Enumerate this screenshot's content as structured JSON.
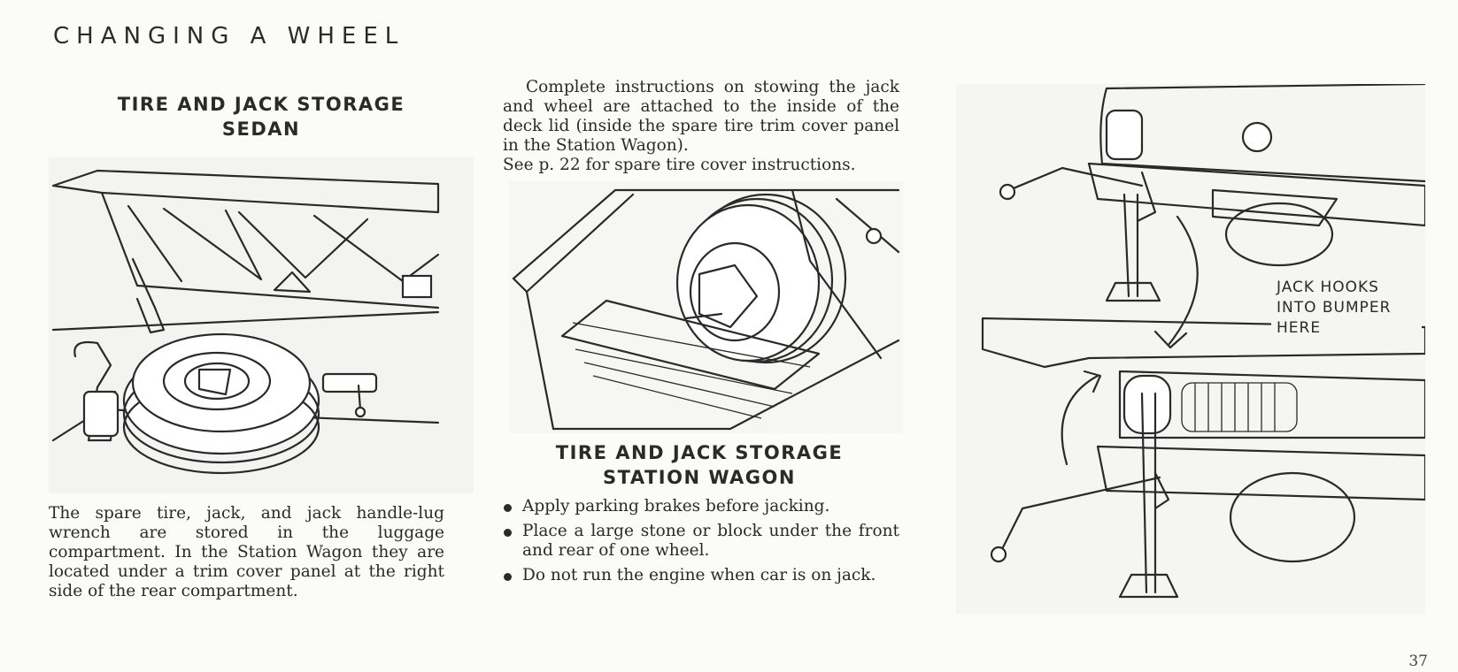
{
  "page": {
    "title": "CHANGING A WHEEL",
    "page_number": "37"
  },
  "sedan": {
    "heading_line1": "TIRE AND JACK STORAGE",
    "heading_line2": "SEDAN",
    "paragraph": "The spare tire, jack, and jack handle-lug wrench are stored in the luggage compartment. In the Station Wagon they are located under a trim cover panel at the right side of the rear compartment."
  },
  "wagon": {
    "intro_line1": "Complete instructions on stowing the jack and wheel are attached to the inside of the deck lid (inside the spare tire trim cover panel in the Station Wagon).",
    "intro_line2": "See p. 22 for spare tire cover instructions.",
    "heading_line1": "TIRE AND JACK STORAGE",
    "heading_line2": "STATION WAGON",
    "bullets": [
      "Apply parking brakes before jacking.",
      "Place a large stone or block under the front and rear of one wheel.",
      "Do not run the engine when car is on jack."
    ]
  },
  "jack_illustration": {
    "callout_line1": "JACK HOOKS",
    "callout_line2": "INTO BUMPER",
    "callout_line3": "HERE"
  }
}
